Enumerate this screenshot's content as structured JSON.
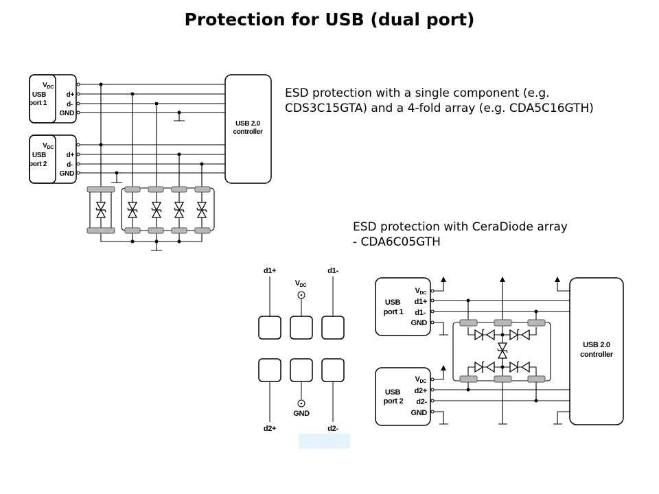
{
  "title": "Protection for USB (dual port)",
  "captions": {
    "top_line1": "ESD protection with a single component (e.g.",
    "top_line2": "CDS3C15GTA) and a 4-fold array (e.g. CDA5C16GTH)",
    "bottom_line1": "ESD protection with CeraDiode array",
    "bottom_line2": "- CDA6C05GTH"
  },
  "diagram1": {
    "port1": {
      "name_line1": "USB",
      "name_line2": "port 1",
      "pins": [
        "V",
        "d+",
        "d-",
        "GND"
      ],
      "vdc_sub": "DC"
    },
    "port2": {
      "name_line1": "USB",
      "name_line2": "port 2",
      "pins": [
        "V",
        "d+",
        "d-",
        "GND"
      ],
      "vdc_sub": "DC"
    },
    "controller": {
      "line1": "USB 2.0",
      "line2": "controller"
    }
  },
  "pinout": {
    "top_left": "d1+",
    "top_right": "d1-",
    "vdc": "V",
    "vdc_sub": "DC",
    "gnd": "GND",
    "bottom_left": "d2+",
    "bottom_right": "d2-"
  },
  "diagram2": {
    "port1": {
      "name_line1": "USB",
      "name_line2": "port 1",
      "pins": [
        "V",
        "d1+",
        "d1-",
        "GND"
      ],
      "vdc_sub": "DC"
    },
    "port2": {
      "name_line1": "USB",
      "name_line2": "port 2",
      "pins": [
        "V",
        "d2+",
        "d2-",
        "GND"
      ],
      "vdc_sub": "DC"
    },
    "controller": {
      "line1": "USB 2.0",
      "line2": "controller"
    }
  },
  "colors": {
    "varistor_fill": "#b8b8b8",
    "highlight": "#e4f2fb"
  }
}
